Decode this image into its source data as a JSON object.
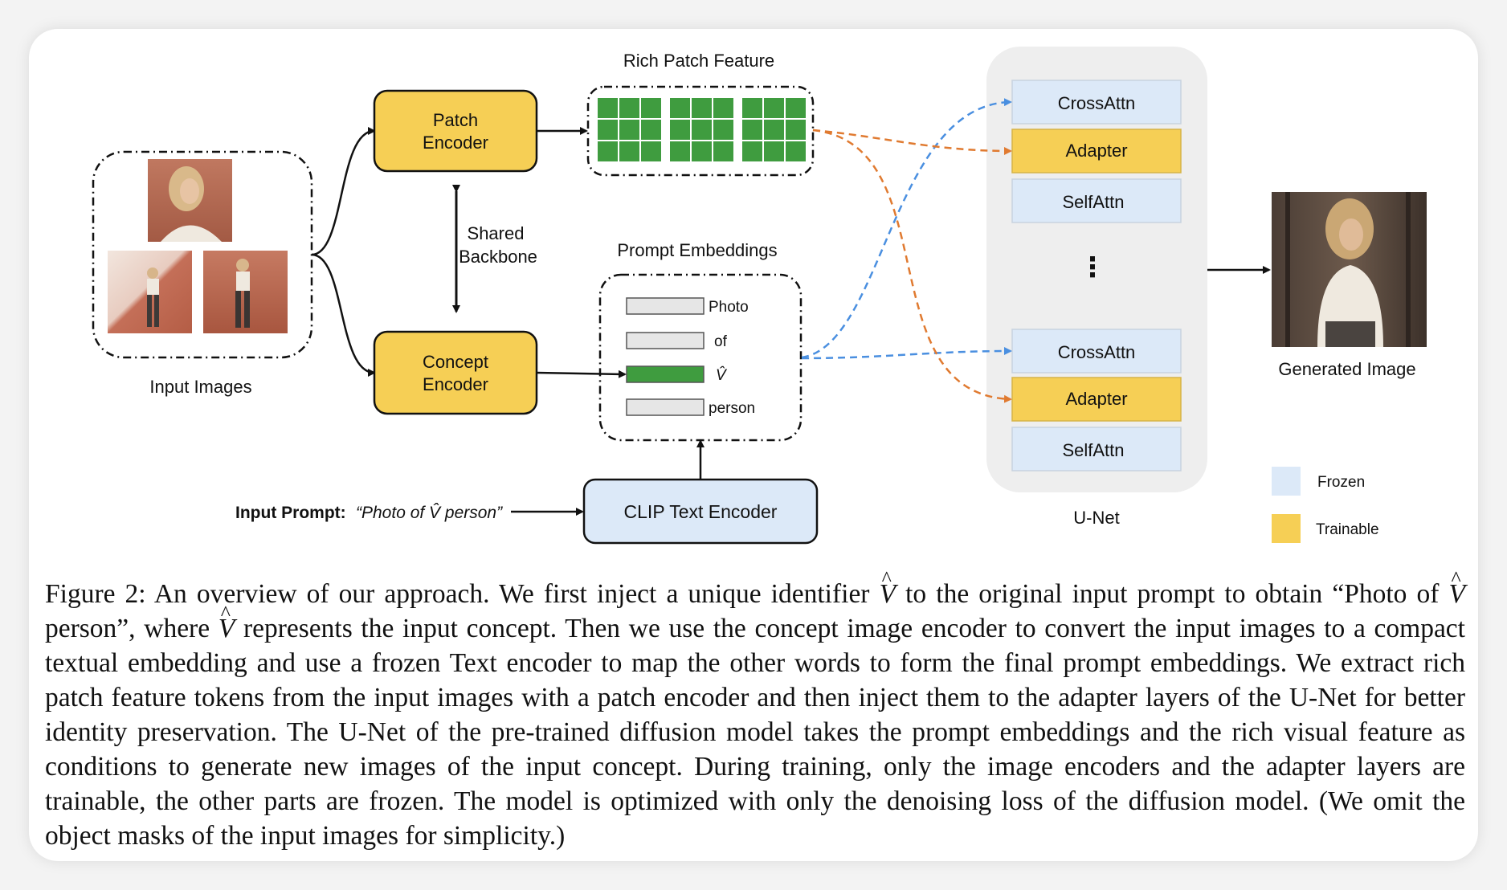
{
  "figure": {
    "labels": {
      "input_images": "Input Images",
      "patch_encoder": [
        "Patch",
        "Encoder"
      ],
      "concept_encoder": [
        "Concept",
        "Encoder"
      ],
      "shared_backbone": [
        "Shared",
        "Backbone"
      ],
      "rich_patch_feature": "Rich Patch Feature",
      "prompt_embeddings": "Prompt Embeddings",
      "clip_text_encoder": "CLIP Text Encoder",
      "input_prompt_label": "Input Prompt:",
      "input_prompt_value": "“Photo of V̂ person”",
      "unet": "U-Net",
      "generated_image": "Generated Image",
      "dots": "⋮"
    },
    "prompt_tokens": [
      "Photo",
      "of",
      "V̂",
      "person"
    ],
    "unet_blocks_top": [
      "CrossAttn",
      "Adapter",
      "SelfAttn"
    ],
    "unet_blocks_bottom": [
      "CrossAttn",
      "Adapter",
      "SelfAttn"
    ],
    "legend": [
      {
        "label": "Frozen",
        "color": "#dce9f8"
      },
      {
        "label": "Trainable",
        "color": "#f6cf55"
      }
    ],
    "colors": {
      "frozen": "#dce9f8",
      "trainable": "#f6cf55",
      "patch_feature": "#3f9c3f",
      "blue_arrow": "#4a8fe0",
      "orange_arrow": "#e07a30"
    }
  },
  "caption": {
    "part1": "Figure 2: An overview of our approach. We first inject a unique identifier ",
    "v1": "V",
    "part2": " to the original input prompt to obtain “Photo of ",
    "v2": "V",
    "part3": " person”, where ",
    "v3": "V",
    "part4": " represents the input concept. Then we use the concept image encoder to convert the input images to a compact textual embedding and use a frozen Text encoder to map the other words to form the final prompt embeddings. We extract rich patch feature tokens from the input images with a patch encoder and then inject them to the adapter layers of the U-Net for better identity preservation. The U-Net of the pre-trained diffusion model takes the prompt embeddings and the rich visual feature as conditions to generate new images of the input concept. During training, only the image encoders and the adapter layers are trainable, the other parts are frozen. The model is optimized with only the denoising loss of the diffusion model. (We omit the object masks of the input images for simplicity.)"
  }
}
